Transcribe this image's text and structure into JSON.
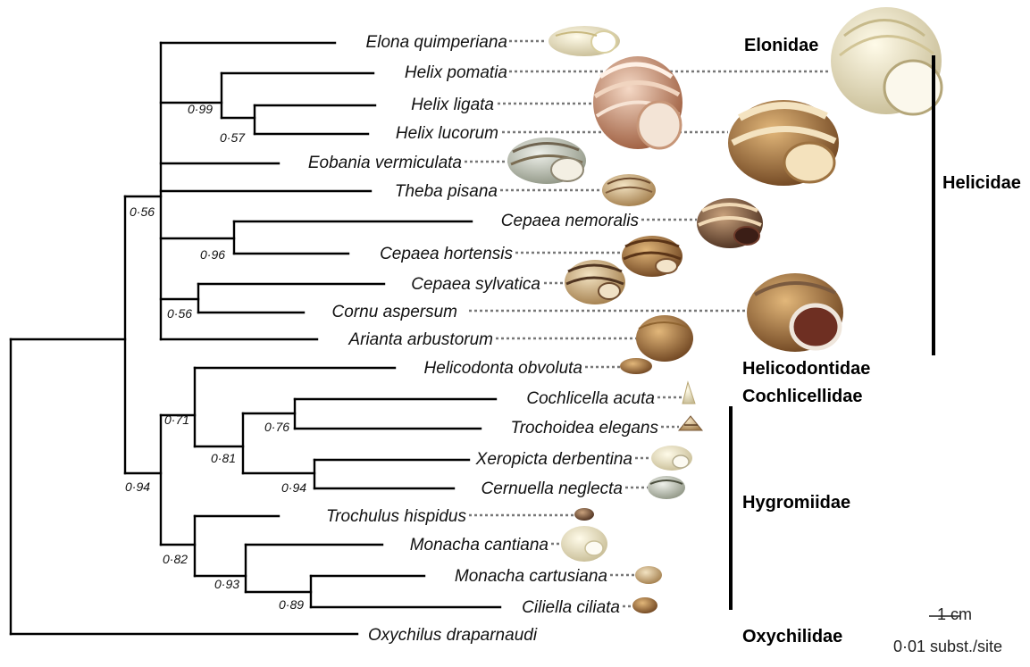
{
  "taxa": [
    {
      "name": "Elona quimperiana"
    },
    {
      "name": "Helix pomatia"
    },
    {
      "name": "Helix ligata"
    },
    {
      "name": "Helix lucorum"
    },
    {
      "name": "Eobania vermiculata"
    },
    {
      "name": "Theba pisana"
    },
    {
      "name": "Cepaea nemoralis"
    },
    {
      "name": "Cepaea hortensis"
    },
    {
      "name": "Cepaea sylvatica"
    },
    {
      "name": "Cornu aspersum"
    },
    {
      "name": "Arianta arbustorum"
    },
    {
      "name": "Helicodonta obvoluta"
    },
    {
      "name": "Cochlicella acuta"
    },
    {
      "name": "Trochoidea elegans"
    },
    {
      "name": "Xeropicta derbentina"
    },
    {
      "name": "Cernuella neglecta"
    },
    {
      "name": "Trochulus hispidus"
    },
    {
      "name": "Monacha cantiana"
    },
    {
      "name": "Monacha cartusiana"
    },
    {
      "name": "Ciliella ciliata"
    },
    {
      "name": "Oxychilus draparnaudi"
    }
  ],
  "support_values": [
    "0·99",
    "0·57",
    "0·56",
    "0·96",
    "0·56",
    "0·94",
    "0·71",
    "0·81",
    "0·76",
    "0·94",
    "0·82",
    "0·93",
    "0·89"
  ],
  "families": [
    "Elonidae",
    "Helicidae",
    "Helicodontidae",
    "Cochlicellidae",
    "Hygromiidae",
    "Oxychilidae"
  ],
  "scale": {
    "shell_label": "1 cm",
    "branch_label": "0·01 subst./site"
  },
  "colors": {
    "branch": "#000000",
    "leader": "#777777",
    "background": "#ffffff"
  }
}
